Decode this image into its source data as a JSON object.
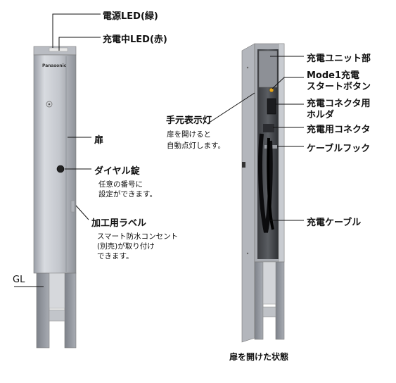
{
  "closed_unit": {
    "callouts": {
      "power_led": "電源LED(緑)",
      "charging_led": "充電中LED(赤)",
      "door": "扉",
      "dial_lock": "ダイヤル錠",
      "dial_lock_note_1": "任意の番号に",
      "dial_lock_note_2": "設定ができます。",
      "label_area": "加工用ラベル",
      "label_area_note_1": "スマート防水コンセント",
      "label_area_note_2": "(別売)が取り付け",
      "label_area_note_3": "できます。",
      "ground_level": "GL"
    },
    "brand": "Panasonic"
  },
  "open_unit": {
    "callouts": {
      "charging_unit": "充電ユニット部",
      "mode1_1": "Mode1充電",
      "mode1_2": "スタートボタン",
      "holder_1": "充電コネクタ用",
      "holder_2": "ホルダ",
      "connector": "充電用コネクタ",
      "cable_hook": "ケーブルフック",
      "charging_cable": "充電ケーブル",
      "hand_light": "手元表示灯",
      "hand_light_note_1": "扉を開けると",
      "hand_light_note_2": "自動点灯します。"
    },
    "caption": "扉を開けた状態"
  }
}
